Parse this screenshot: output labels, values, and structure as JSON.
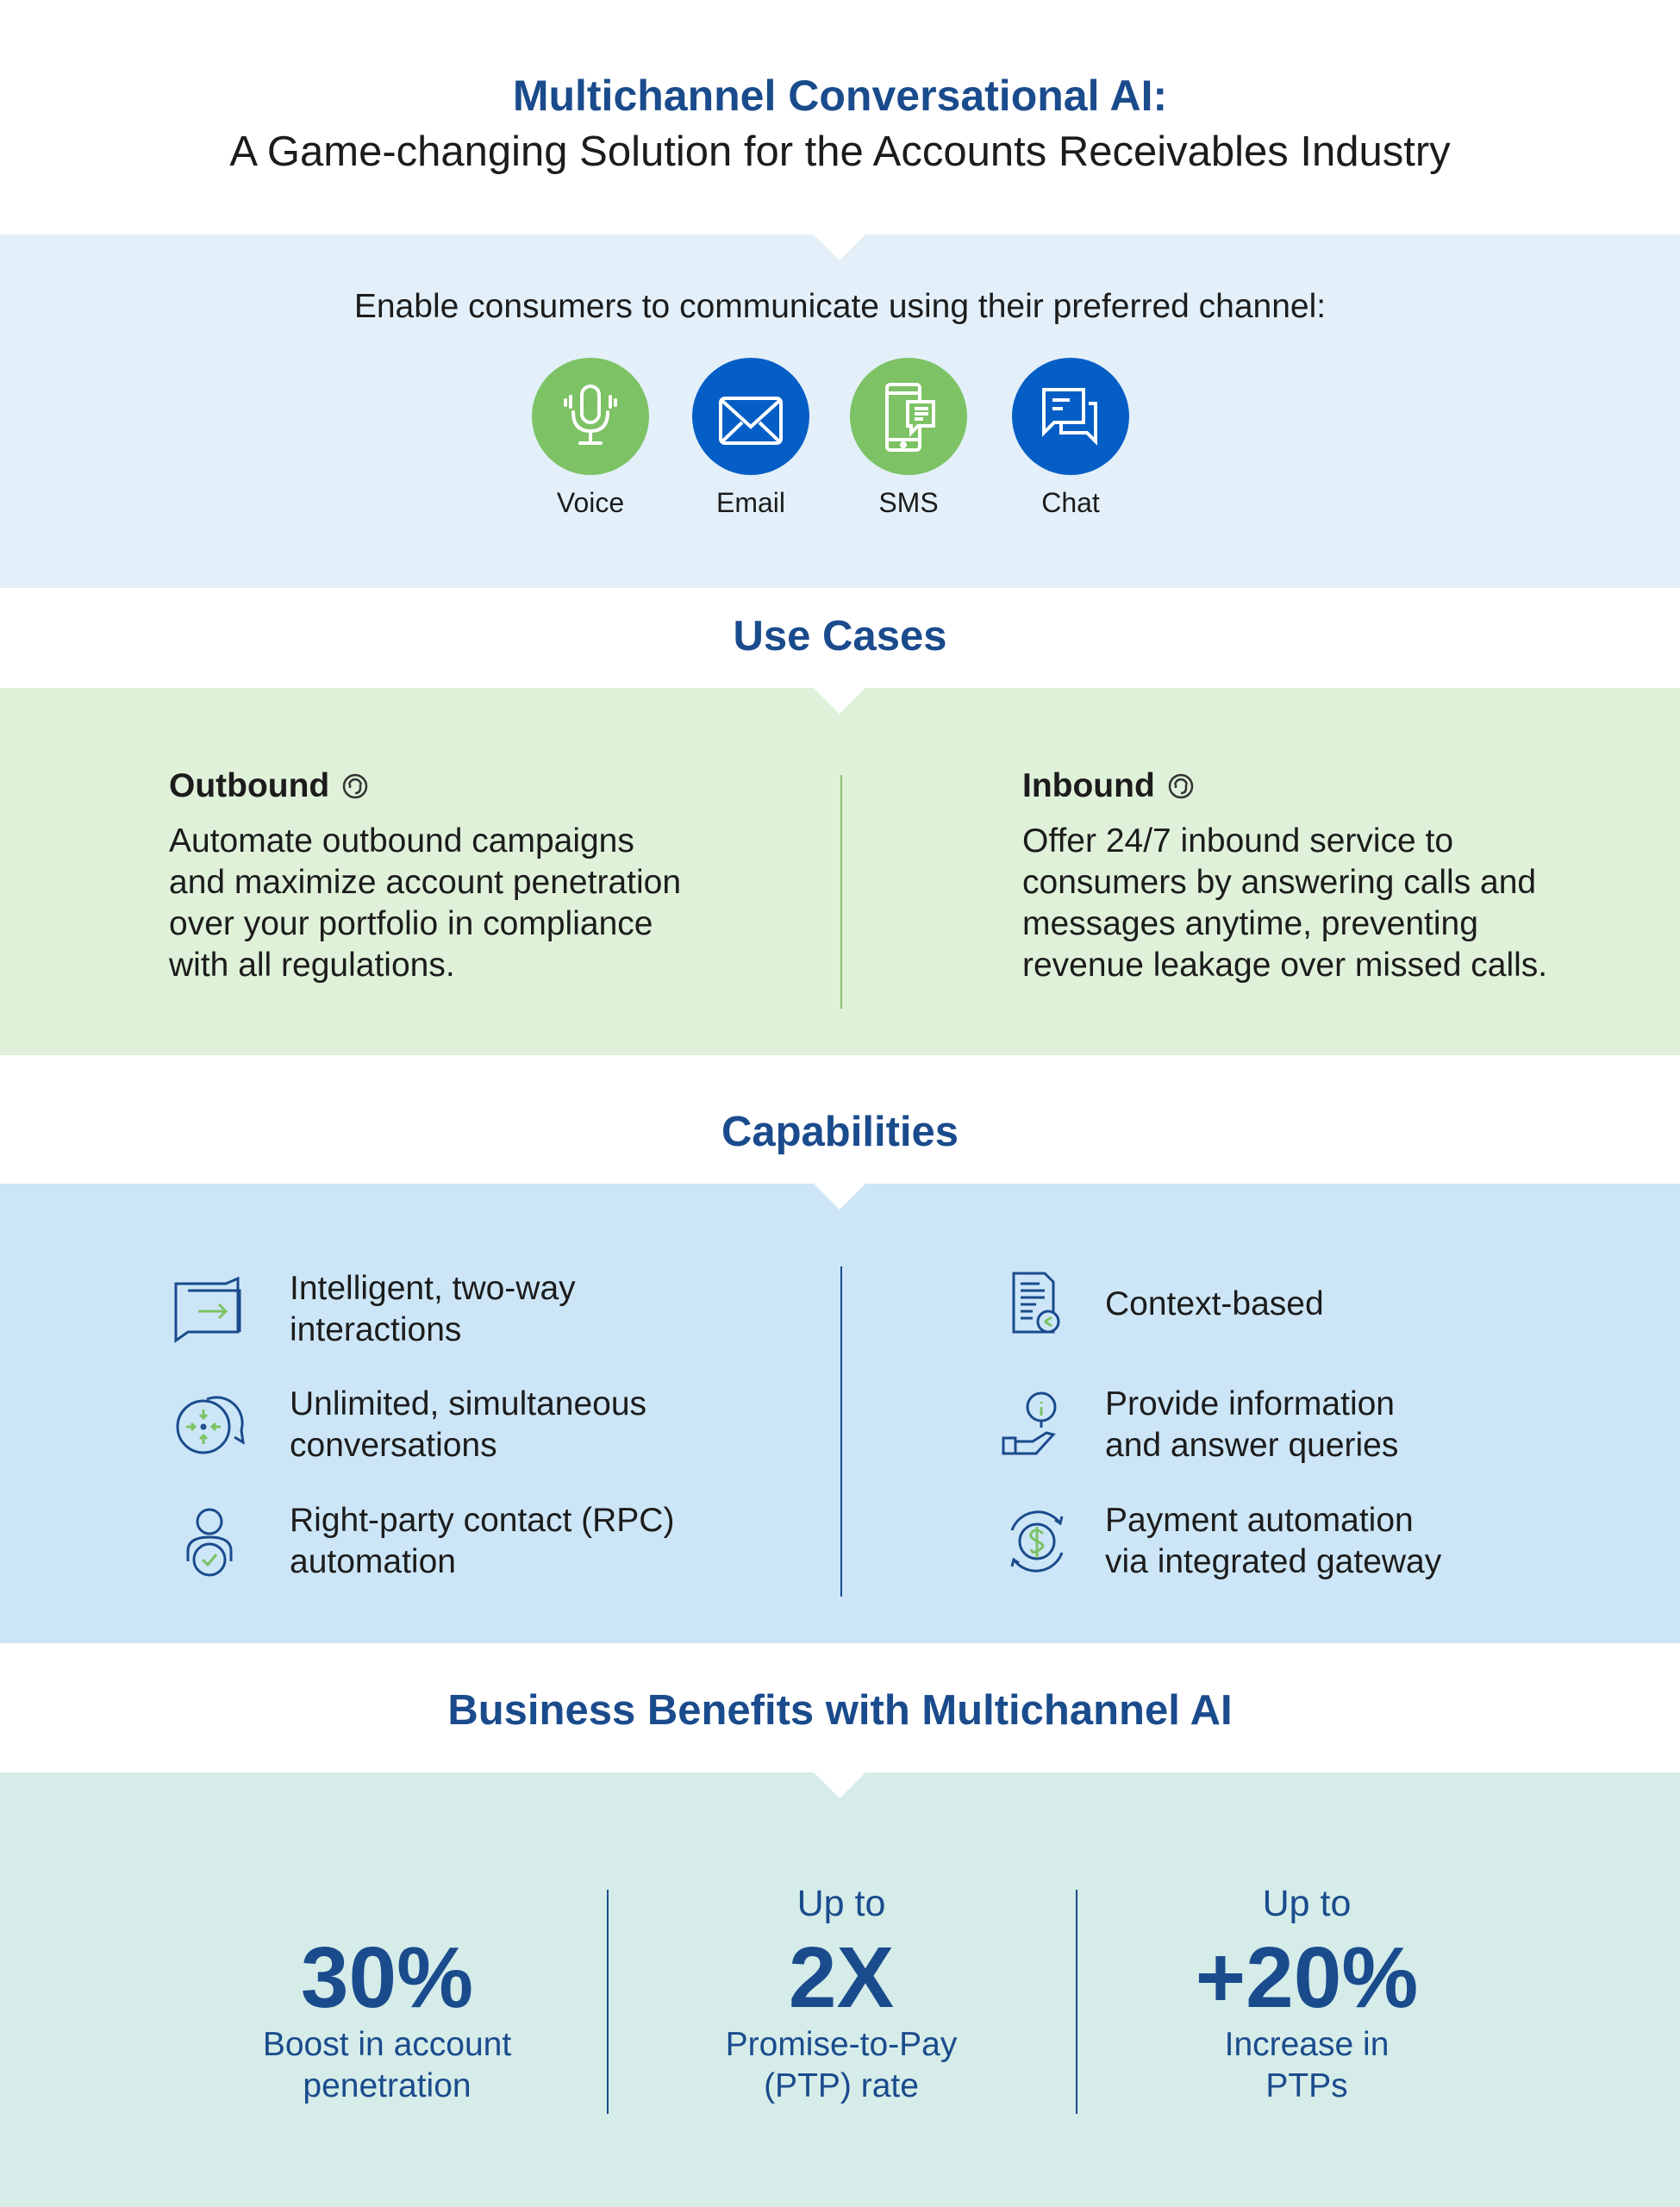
{
  "header": {
    "title": "Multichannel Conversational AI:",
    "subtitle": "A Game-changing Solution for the Accounts Receivables Industry"
  },
  "channels": {
    "intro": "Enable consumers to communicate using their preferred channel:",
    "items": [
      {
        "label": "Voice",
        "icon": "microphone-icon",
        "color": "#7dc265"
      },
      {
        "label": "Email",
        "icon": "envelope-icon",
        "color": "#055ec6"
      },
      {
        "label": "SMS",
        "icon": "phone-message-icon",
        "color": "#7dc265"
      },
      {
        "label": "Chat",
        "icon": "chat-bubbles-icon",
        "color": "#055ec6"
      }
    ]
  },
  "use_cases": {
    "heading": "Use Cases",
    "outbound": {
      "title": "Outbound",
      "lines": [
        "Automate outbound campaigns",
        "and maximize account penetration",
        "over your portfolio in compliance",
        "with all regulations."
      ]
    },
    "inbound": {
      "title": "Inbound",
      "lines": [
        "Offer 24/7 inbound service to",
        "consumers by answering calls and",
        "messages anytime, preventing",
        "revenue leakage over missed calls."
      ]
    }
  },
  "capabilities": {
    "heading": "Capabilities",
    "left": [
      {
        "lines": [
          "Intelligent, two-way",
          "interactions"
        ]
      },
      {
        "lines": [
          "Unlimited, simultaneous",
          "conversations"
        ]
      },
      {
        "lines": [
          "Right-party contact (RPC)",
          "automation"
        ]
      }
    ],
    "right": [
      {
        "lines": [
          "Context-based"
        ]
      },
      {
        "lines": [
          "Provide information",
          "and answer queries"
        ]
      },
      {
        "lines": [
          "Payment automation",
          "via integrated gateway"
        ]
      }
    ]
  },
  "benefits": {
    "heading": "Business Benefits with Multichannel AI",
    "items": [
      {
        "prefix": "",
        "value": "30%",
        "lines": [
          "Boost in account",
          "penetration"
        ]
      },
      {
        "prefix": "Up to",
        "value": "2X",
        "lines": [
          "Promise-to-Pay",
          "(PTP) rate"
        ]
      },
      {
        "prefix": "Up to",
        "value": "+20%",
        "lines": [
          "Increase in",
          "PTPs"
        ]
      }
    ]
  },
  "colors": {
    "heading": "#1a4b8c",
    "green": "#7dc265",
    "blue": "#055ec6",
    "band1": "#e3f0f9",
    "band2": "#e0f1d9",
    "band3": "#cde6f7",
    "band4": "#d5ece9"
  }
}
